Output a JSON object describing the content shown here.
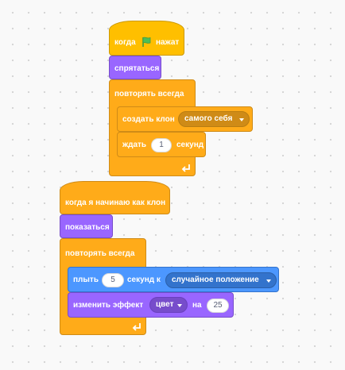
{
  "script1": {
    "hat_when": "когда",
    "hat_flag_icon": "green-flag-icon",
    "hat_clicked": "нажат",
    "hide": "спрятаться",
    "forever": "повторять всегда",
    "create_clone": "создать клон",
    "clone_target": "самого себя",
    "wait": "ждать",
    "wait_value": "1",
    "seconds": "секунд"
  },
  "script2": {
    "hat_clone": "когда я начинаю как клон",
    "show": "показаться",
    "forever": "повторять всегда",
    "glide": "плыть",
    "glide_value": "5",
    "glide_seconds_to": "секунд к",
    "glide_target": "случайное положение",
    "change_effect": "изменить эффект",
    "effect_name": "цвет",
    "effect_by": "на",
    "effect_value": "25"
  },
  "colors": {
    "events": "#ffbf00",
    "control": "#ffab19",
    "looks": "#9966ff",
    "motion": "#4c97ff",
    "canvas": "#f9f9f9"
  },
  "icons": {
    "loop_arrow": "loop-arrow-icon",
    "dropdown": "dropdown-caret-icon"
  }
}
